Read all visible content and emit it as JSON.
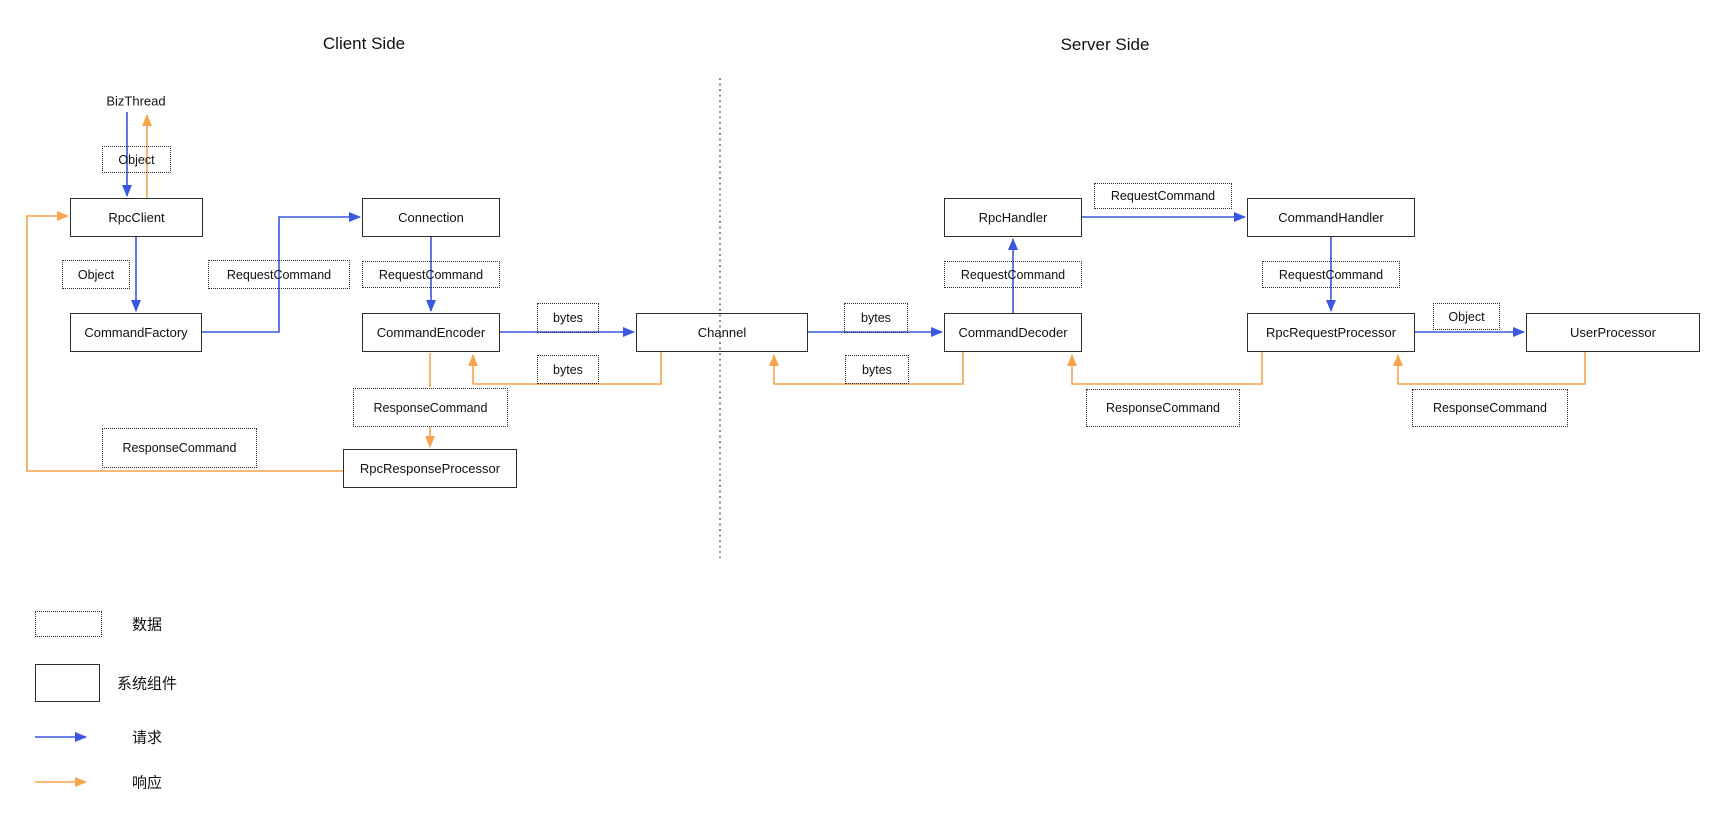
{
  "titles": {
    "client_side": "Client Side",
    "server_side": "Server Side"
  },
  "nodes": {
    "biz_thread": "BizThread",
    "rpc_client": "RpcClient",
    "connection": "Connection",
    "command_factory": "CommandFactory",
    "command_encoder": "CommandEncoder",
    "channel": "Channel",
    "rpc_response_processor": "RpcResponseProcessor",
    "command_decoder": "CommandDecoder",
    "rpc_handler": "RpcHandler",
    "command_handler": "CommandHandler",
    "rpc_request_processor": "RpcRequestProcessor",
    "user_processor": "UserProcessor"
  },
  "data_labels": {
    "object": "Object",
    "request_command": "RequestCommand",
    "response_command": "ResponseCommand",
    "bytes": "bytes"
  },
  "legend": {
    "data": "数据",
    "system_component": "系统组件",
    "request": "请求",
    "response": "响应"
  },
  "colors": {
    "request_arrow": "#3a57e0",
    "response_arrow": "#f7a44c",
    "component_border": "#2d2d2d",
    "data_border": "#2d2d2d",
    "divider": "#444444",
    "text": "#111111",
    "background": "#ffffff"
  }
}
